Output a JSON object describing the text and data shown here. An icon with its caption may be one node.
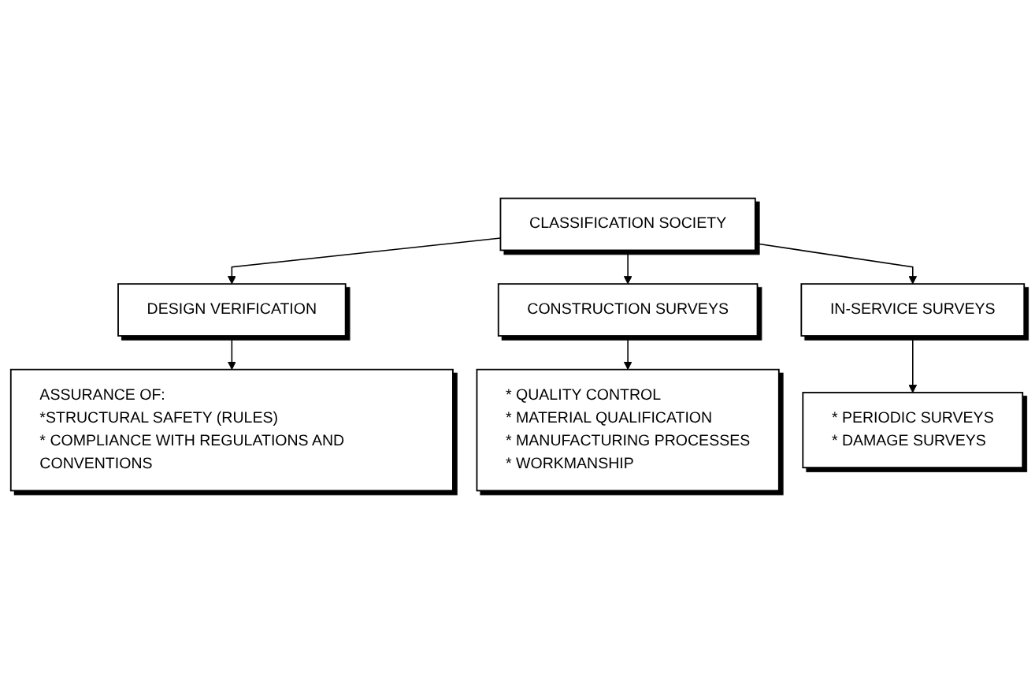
{
  "diagram": {
    "nodes": [
      {
        "text": [
          "CLASSIFICATION SOCIETY"
        ]
      },
      {
        "text": [
          "DESIGN VERIFICATION"
        ]
      },
      {
        "text": [
          "CONSTRUCTION SURVEYS"
        ]
      },
      {
        "text": [
          "IN-SERVICE SURVEYS"
        ]
      },
      {
        "text": [
          "ASSURANCE OF:",
          "*STRUCTURAL SAFETY (RULES)",
          "* COMPLIANCE WITH REGULATIONS AND CONVENTIONS"
        ]
      },
      {
        "text": [
          "* PERIODIC SURVEYS",
          "* DAMAGE SURVEYS"
        ]
      },
      {
        "text": [
          "* QUALITY CONTROL",
          "* MATERIAL QUALIFICATION",
          "* MANUFACTURING PROCESSES",
          "* WORKMANSHIP"
        ]
      }
    ],
    "edges": [
      {
        "from": 0,
        "to": 1,
        "arrow": "to"
      },
      {
        "from": 0,
        "to": 2,
        "arrow": "to"
      },
      {
        "from": 0,
        "to": 3,
        "arrow": "to"
      },
      {
        "from": 1,
        "to": 4,
        "arrow": "to"
      },
      {
        "from": 3,
        "to": 5,
        "arrow": "to"
      },
      {
        "from": 2,
        "to": 6,
        "arrow": "to"
      }
    ]
  }
}
